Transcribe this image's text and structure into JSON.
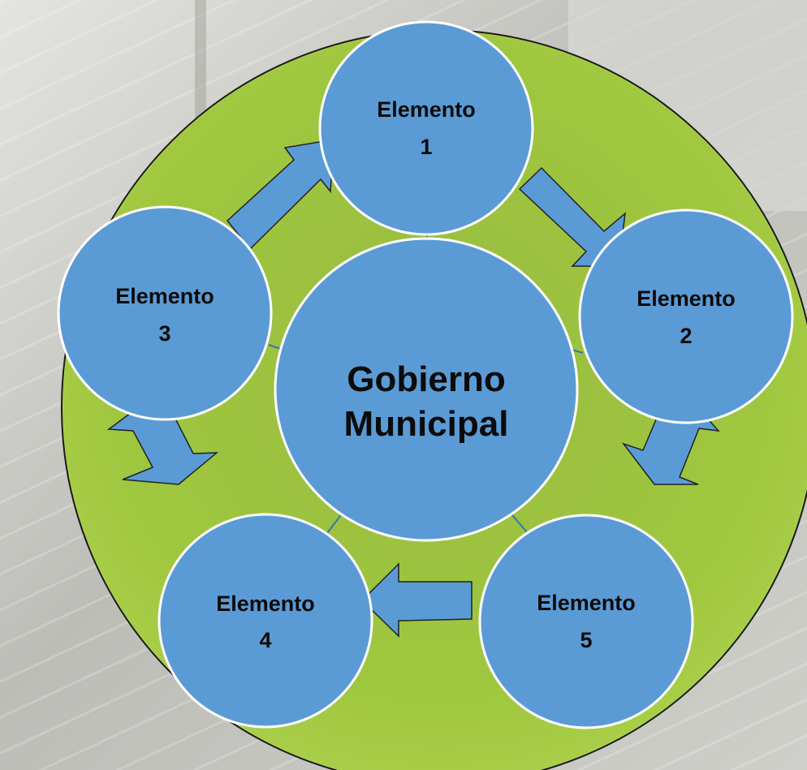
{
  "diagram": {
    "center": {
      "line1": "Gobierno",
      "line2": "Municipal"
    },
    "nodes": [
      {
        "id": "1",
        "line1": "Elemento",
        "line2": "1"
      },
      {
        "id": "2",
        "line1": "Elemento",
        "line2": "2"
      },
      {
        "id": "3",
        "line1": "Elemento",
        "line2": "3"
      },
      {
        "id": "4",
        "line1": "Elemento",
        "line2": "4"
      },
      {
        "id": "5",
        "line1": "Elemento",
        "line2": "5"
      }
    ],
    "colors": {
      "node_fill": "#5b9bd5",
      "node_stroke": "#ffffff",
      "ring_fill": "#a6cf42",
      "ring_stroke": "#1a1a1a",
      "arrow_fill": "#5b9bd5",
      "arrow_stroke": "#222222",
      "connector": "#3a73b0",
      "text": "#0b0b0b"
    }
  }
}
